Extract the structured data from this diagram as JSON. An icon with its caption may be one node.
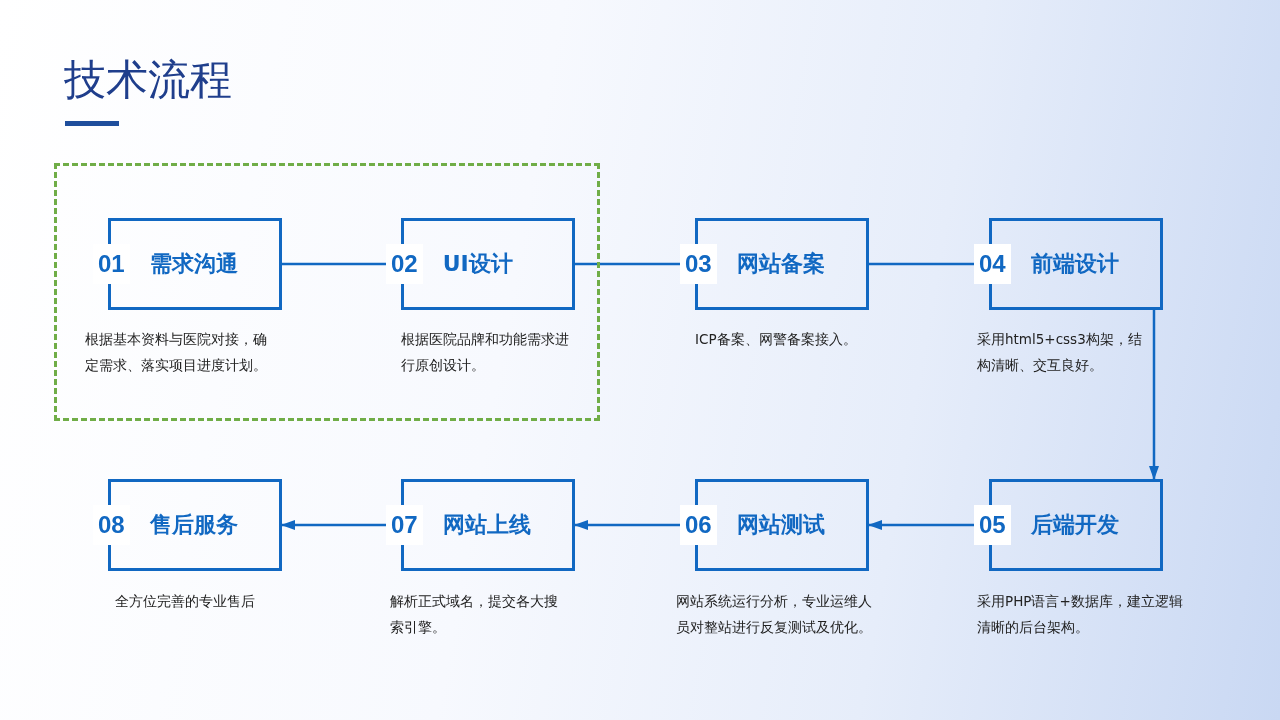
{
  "diagram": {
    "title": "技术流程",
    "nodes": [
      {
        "text": [],
        "shape": "box"
      },
      {
        "text": [
          "01",
          "需求沟通"
        ],
        "beside": [
          "根据基本资料与医院对接，确定需求、落实项目进度计划。"
        ],
        "in": 0
      },
      {
        "text": [
          "02",
          "UI设计"
        ],
        "beside": [
          "根据医院品牌和功能需求进行原创设计。"
        ],
        "in": 0
      },
      {
        "text": [
          "03",
          "网站备案"
        ],
        "beside": [
          "ICP备案、网警备案接入。"
        ]
      },
      {
        "text": [
          "04",
          "前端设计"
        ],
        "beside": [
          "采用html5+css3构架，结构清晰、交互良好。"
        ]
      },
      {
        "text": [
          "05",
          "后端开发"
        ],
        "beside": [
          "采用PHP语言+数据库，建立逻辑清晰的后台架构。"
        ]
      },
      {
        "text": [
          "06",
          "网站测试"
        ],
        "beside": [
          "网站系统运行分析，专业运维人员对整站进行反复测试及优化。"
        ]
      },
      {
        "text": [
          "07",
          "网站上线"
        ],
        "beside": [
          "解析正式域名，提交各大搜索引擎。"
        ]
      },
      {
        "text": [
          "08",
          "售后服务"
        ],
        "beside": [
          "全方位完善的专业售后"
        ]
      }
    ],
    "edges": [
      {
        "from": 1,
        "to": 2,
        "arrow": "to"
      },
      {
        "from": 2,
        "to": 3,
        "arrow": "to"
      },
      {
        "from": 3,
        "to": 4,
        "arrow": "to"
      },
      {
        "from": 4,
        "to": 5,
        "arrow": "to"
      },
      {
        "from": 5,
        "to": 6,
        "arrow": "to"
      },
      {
        "from": 6,
        "to": 7,
        "arrow": "to"
      },
      {
        "from": 7,
        "to": 8,
        "arrow": "to"
      }
    ]
  }
}
